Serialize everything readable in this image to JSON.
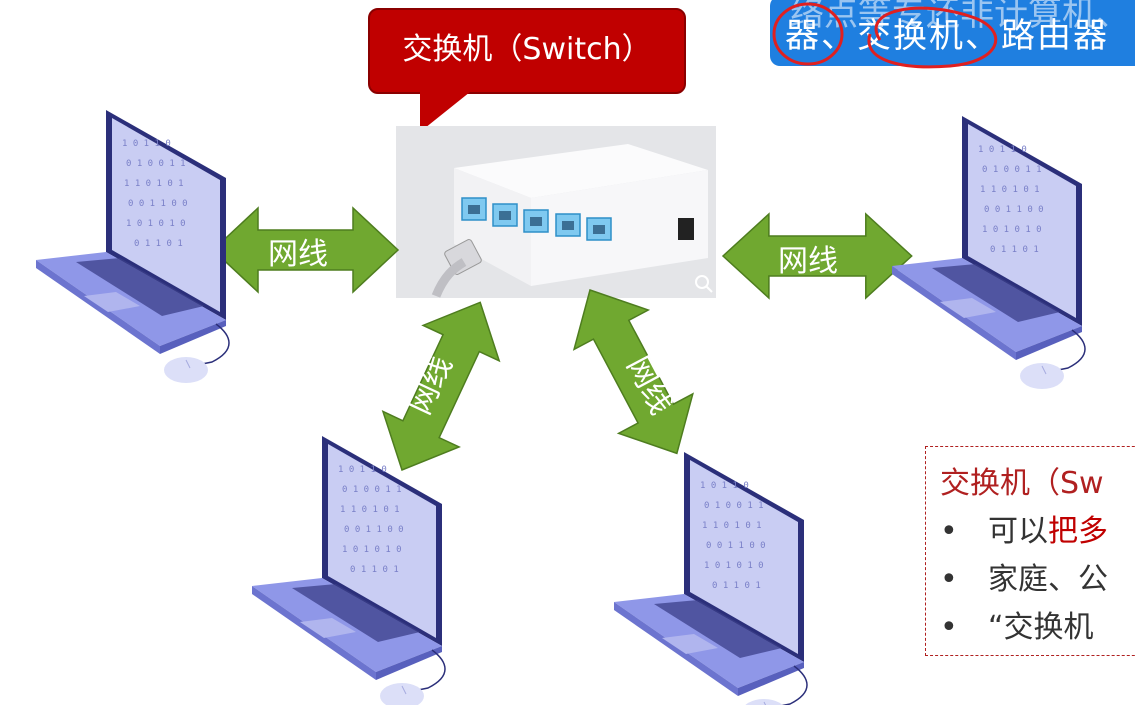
{
  "callout": {
    "text": "交换机（Switch）"
  },
  "top_box": {
    "visible_text": "器、交换机、路由器",
    "cut_off_text": "络点等专还非计算机、"
  },
  "arrow_labels": {
    "left": "网线",
    "right": "网线",
    "bottom_left": "网线",
    "bottom_right": "网线"
  },
  "info_box": {
    "title": "交换机（Sw",
    "lines": [
      {
        "bullet": "•",
        "plain": "可以",
        "highlight": "把多"
      },
      {
        "bullet": "•",
        "plain": "家庭、公",
        "highlight": ""
      },
      {
        "bullet": "•",
        "plain": "“交换机",
        "highlight": ""
      }
    ]
  },
  "colors": {
    "callout_red": "#c00000",
    "arrow_green": "#70a830",
    "top_box_blue": "#1f7fe0",
    "annotation_red": "#e02020",
    "laptop_screen": "#c9cdf3",
    "laptop_body": "#8f97e8"
  }
}
